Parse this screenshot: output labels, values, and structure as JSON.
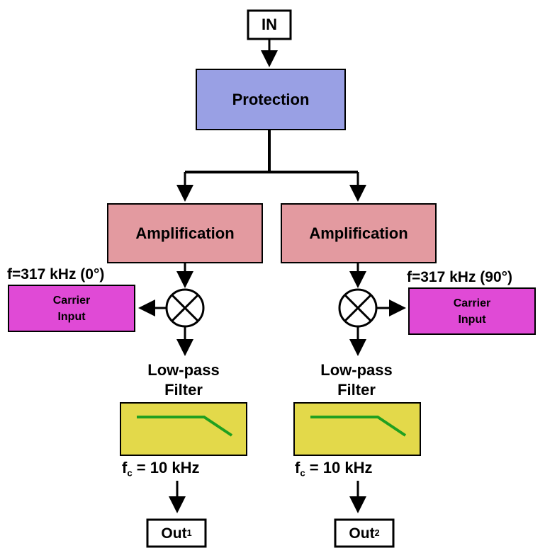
{
  "input": {
    "label": "IN"
  },
  "protection": {
    "label": "Protection"
  },
  "left": {
    "amplification": "Amplification",
    "carrier_freq": "f=317 kHz (0°)",
    "carrier_line1": "Carrier",
    "carrier_line2": "Input",
    "filter_line1": "Low-pass",
    "filter_line2": "Filter",
    "cutoff_main": "f",
    "cutoff_sub": "c",
    "cutoff_value": " = 10 kHz",
    "output_main": "Out",
    "output_sub": "1"
  },
  "right": {
    "amplification": "Amplification",
    "carrier_freq": "f=317 kHz (90°)",
    "carrier_line1": "Carrier",
    "carrier_line2": "Input",
    "filter_line1": "Low-pass",
    "filter_line2": "Filter",
    "cutoff_main": "f",
    "cutoff_sub": "c",
    "cutoff_value": " = 10 kHz",
    "output_main": "Out",
    "output_sub": "2"
  },
  "colors": {
    "protection_fill": "#99a0e4",
    "amplification_fill": "#e39aa0",
    "carrier_fill": "#e04ad6",
    "filter_fill": "#e3d94a",
    "filter_curve": "#20a020",
    "line": "#000000"
  }
}
